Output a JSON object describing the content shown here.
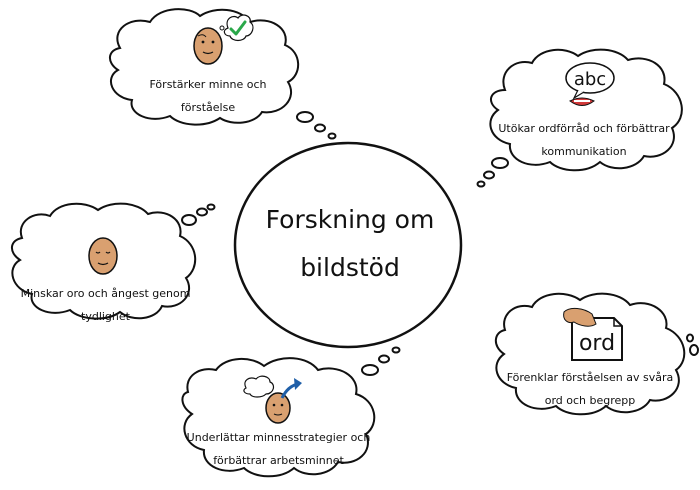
{
  "center": {
    "line1": "Forskning om",
    "line2": "bildstöd"
  },
  "thoughts": [
    {
      "id": "memory",
      "line1": "Förstärker minne och",
      "line2": "förståelse",
      "icon": "face-thought-check-icon"
    },
    {
      "id": "vocab",
      "line1": "Utökar ordförråd och förbättrar",
      "line2": "kommunikation",
      "icon": "abc-speech-icon",
      "icon_text": "abc"
    },
    {
      "id": "anxiety",
      "line1": "Minskar oro och ångest genom",
      "line2": "tydlighet",
      "icon": "calm-face-icon"
    },
    {
      "id": "words",
      "line1": "Förenklar förståelsen av svåra",
      "line2": "ord och begrepp",
      "icon": "word-card-icon",
      "icon_text": "ord"
    },
    {
      "id": "strategies",
      "line1": "Underlättar minnesstrategier och",
      "line2": "förbättrar arbetsminnet",
      "icon": "face-thought-arrow-icon"
    }
  ],
  "colors": {
    "outline": "#111111",
    "skin": "#d9a070",
    "check": "#2aa84a",
    "arrow": "#1f5fa8",
    "lips": "#d23a3a"
  }
}
